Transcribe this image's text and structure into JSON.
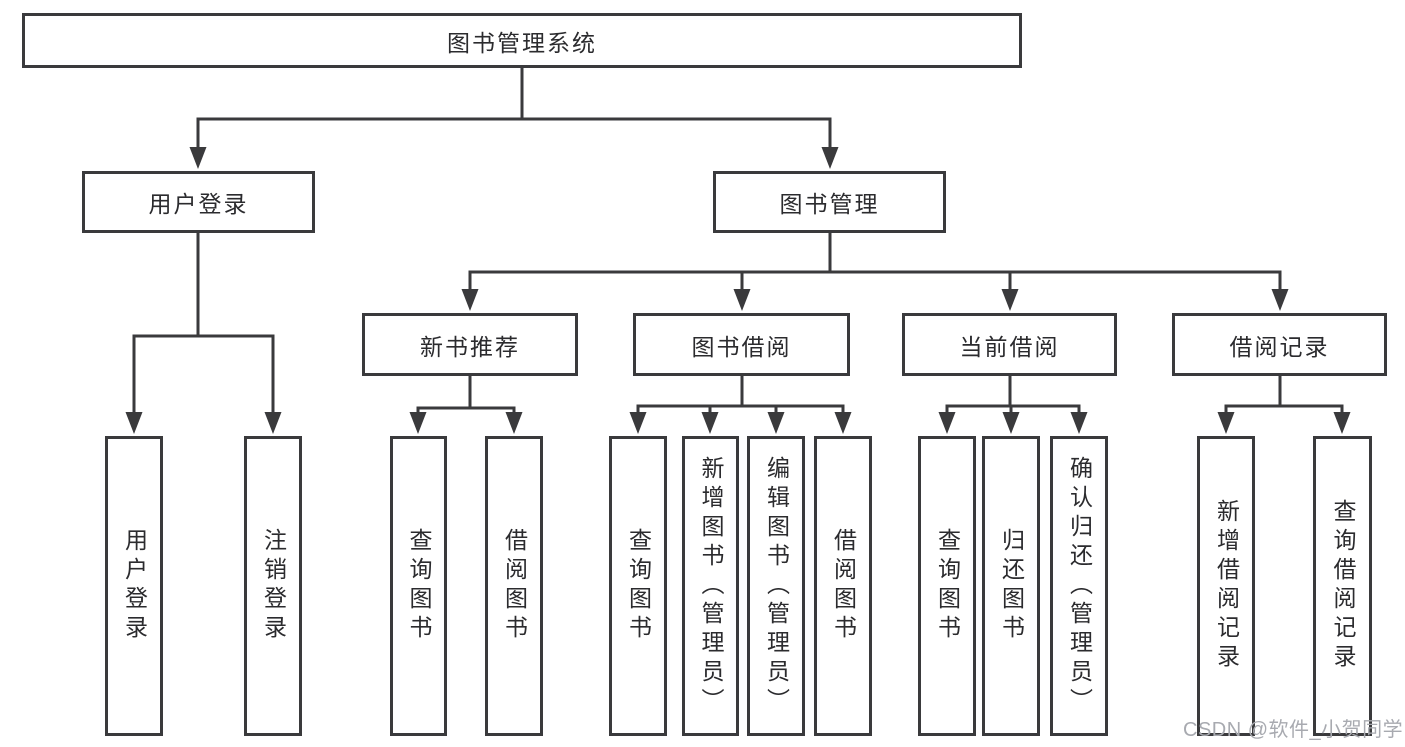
{
  "diagram": {
    "title": "图书管理系统",
    "line_color": "#3a3a3c",
    "text_color": "#2b2b2e",
    "background_color": "#ffffff"
  },
  "nodes": {
    "root": {
      "label": "图书管理系统"
    },
    "user_login_module": {
      "label": "用户登录"
    },
    "book_mgmt_module": {
      "label": "图书管理"
    },
    "login": {
      "label": "用户登录"
    },
    "logout": {
      "label": "注销登录"
    },
    "new_book_rec": {
      "label": "新书推荐"
    },
    "book_borrow": {
      "label": "图书借阅"
    },
    "current_borrow": {
      "label": "当前借阅"
    },
    "borrow_records": {
      "label": "借阅记录"
    },
    "rec_query_book": {
      "label": "查询图书"
    },
    "rec_borrow_book": {
      "label": "借阅图书"
    },
    "bb_query_book": {
      "label": "查询图书"
    },
    "bb_add_book": {
      "label": "新增图书（管理员）"
    },
    "bb_edit_book": {
      "label": "编辑图书（管理员）"
    },
    "bb_borrow_book": {
      "label": "借阅图书"
    },
    "cb_query_book": {
      "label": "查询图书"
    },
    "cb_return_book": {
      "label": "归还图书"
    },
    "cb_confirm_return": {
      "label": "确认归还（管理员）"
    },
    "br_add_record": {
      "label": "新增借阅记录"
    },
    "br_query_record": {
      "label": "查询借阅记录"
    }
  },
  "watermark": {
    "text": "CSDN @软件_小贺同学",
    "color": "#a8aab0"
  }
}
